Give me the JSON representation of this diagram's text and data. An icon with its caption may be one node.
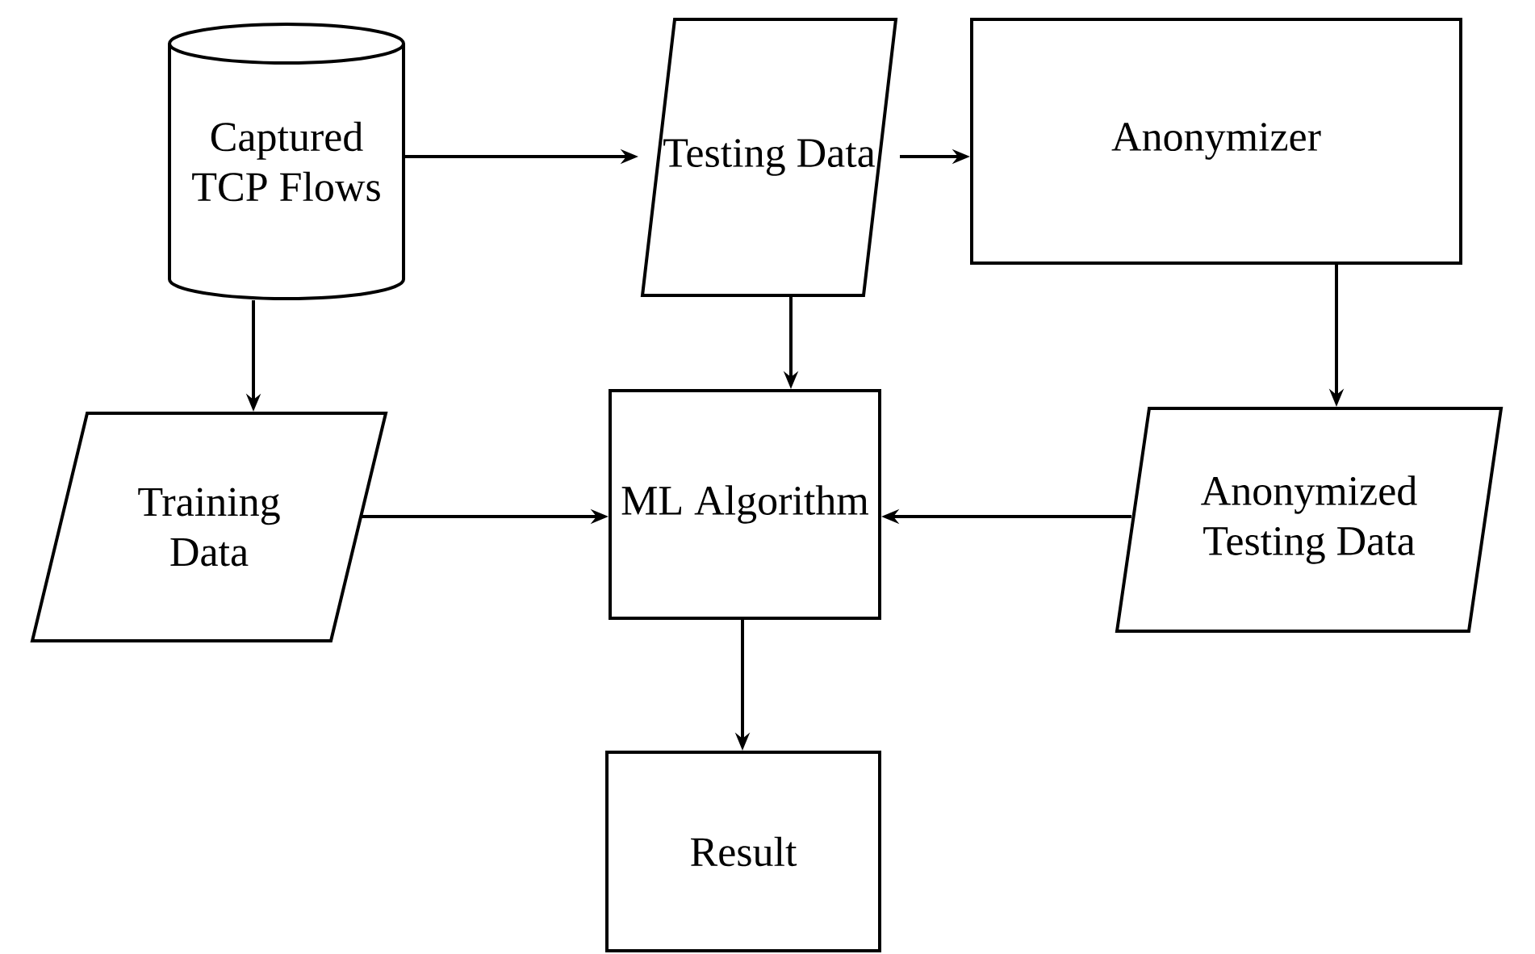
{
  "diagram": {
    "nodes": [
      {
        "text": [
          "Captured TCP Flows"
        ]
      },
      {
        "text": [
          "Testing Data"
        ]
      },
      {
        "text": [
          "Anonymizer"
        ]
      },
      {
        "text": [
          "Training Data"
        ]
      },
      {
        "text": [
          "ML Algorithm"
        ]
      },
      {
        "text": [
          "Anonymized Testing Data"
        ]
      },
      {
        "text": [
          "Result"
        ]
      }
    ],
    "edges": [
      {
        "from": 0,
        "to": 1,
        "arrow": "to"
      },
      {
        "from": 1,
        "to": 2,
        "arrow": "to"
      },
      {
        "from": 0,
        "to": 3,
        "arrow": "to"
      },
      {
        "from": 1,
        "to": 4,
        "arrow": "to"
      },
      {
        "from": 2,
        "to": 5,
        "arrow": "to"
      },
      {
        "from": 3,
        "to": 4,
        "arrow": "to"
      },
      {
        "from": 5,
        "to": 4,
        "arrow": "to"
      },
      {
        "from": 4,
        "to": 6,
        "arrow": "to"
      }
    ]
  }
}
